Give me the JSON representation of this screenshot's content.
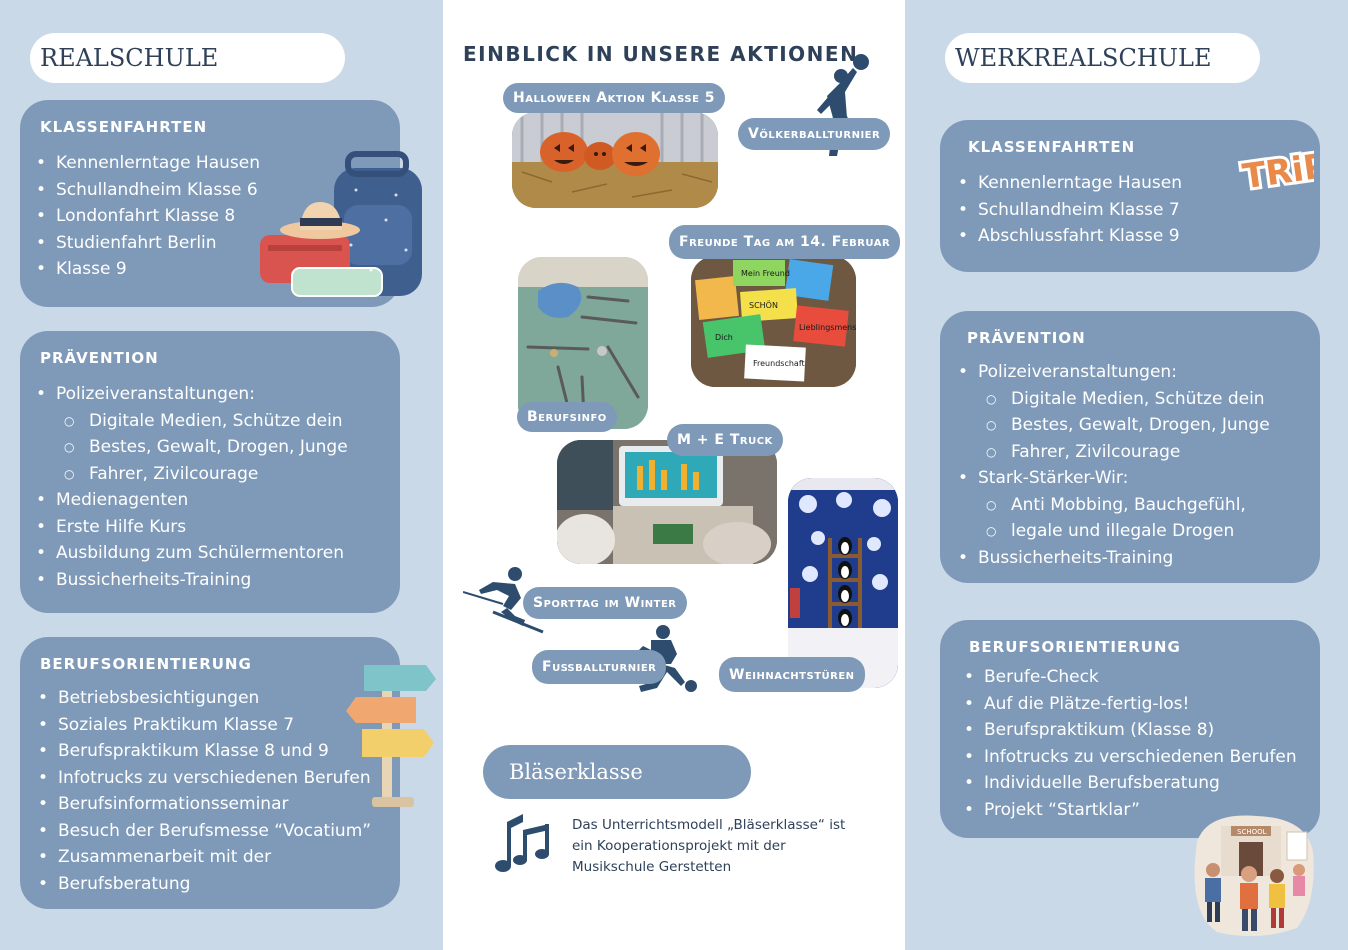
{
  "realschule": {
    "title": "REALSCHULE",
    "klassenfahrten": {
      "heading": "KLASSENFAHRTEN",
      "items": [
        "Kennenlerntage Hausen",
        "Schullandheim Klasse 6",
        "Londonfahrt Klasse 8",
        "Studienfahrt Berlin",
        "Klasse 9"
      ]
    },
    "praevention": {
      "heading": "PRÄVENTION",
      "items": [
        "Polizeiveranstaltungen:",
        "Digitale Medien, Schütze dein",
        "Bestes, Gewalt, Drogen, Junge",
        "Fahrer, Zivilcourage",
        "Medienagenten",
        "Erste Hilfe Kurs",
        "Ausbildung zum Schülermentoren",
        "Bussicherheits-Training"
      ]
    },
    "berufsorientierung": {
      "heading": "BERUFSORIENTIERUNG",
      "items": [
        "Betriebsbesichtigungen",
        "Soziales Praktikum Klasse 7",
        "Berufspraktikum Klasse 8 und 9",
        "Infotrucks zu verschiedenen Berufen",
        "Berufsinformationsseminar",
        "Besuch der Berufsmesse  “Vocatium”",
        "Zusammenarbeit mit der",
        "Berufsberatung"
      ]
    }
  },
  "aktionen": {
    "title": "EINBLICK IN UNSERE AKTIONEN",
    "halloween": "Halloween Aktion Klasse 5",
    "voelkerball": "Völkerballturnier",
    "freunde": "Freunde Tag am 14. Februar",
    "berufsinfo": "Berufsinfo",
    "truck": "M + E Truck",
    "sporttag": "Sporttag im Winter",
    "fussball": "Fußballturnier",
    "weihnacht": "Weihnachtstüren",
    "blaeser_title": "Bläserklasse",
    "blaeser_text": [
      "Das Unterrichtsmodell „Bläserklasse“ ist",
      "ein Kooperationsprojekt mit der",
      "Musikschule Gerstetten"
    ],
    "friend_cards": [
      "Mein Freund",
      "SCHÖN",
      "Dich",
      "Lieblingsmensch",
      "Freundschaft"
    ]
  },
  "werkrealschule": {
    "title": "WERKREALSCHULE",
    "trip_sticker": "TRiP",
    "school_sign": "SCHOOL",
    "klassenfahrten": {
      "heading": "KLASSENFAHRTEN",
      "items": [
        "Kennenlerntage Hausen",
        "Schullandheim Klasse 7",
        "Abschlussfahrt Klasse 9"
      ]
    },
    "praevention": {
      "heading": "PRÄVENTION",
      "items": [
        "Polizeiveranstaltungen:",
        "Digitale Medien, Schütze dein",
        "Bestes, Gewalt, Drogen, Junge",
        "Fahrer, Zivilcourage",
        "Stark-Stärker-Wir:",
        "Anti Mobbing, Bauchgefühl,",
        "legale und illegale Drogen",
        "Bussicherheits-Training"
      ]
    },
    "berufsorientierung": {
      "heading": "BERUFSORIENTIERUNG",
      "items": [
        "Berufe-Check",
        "Auf die Plätze-fertig-los!",
        "Berufspraktikum (Klasse 8)",
        "Infotrucks zu verschiedenen Berufen",
        "Individuelle Berufsberatung",
        " Projekt “Startklar”"
      ]
    }
  },
  "colors": {
    "card": "#7f9ab8",
    "panel": "#cad9e8",
    "title_text": "#2e4159"
  }
}
